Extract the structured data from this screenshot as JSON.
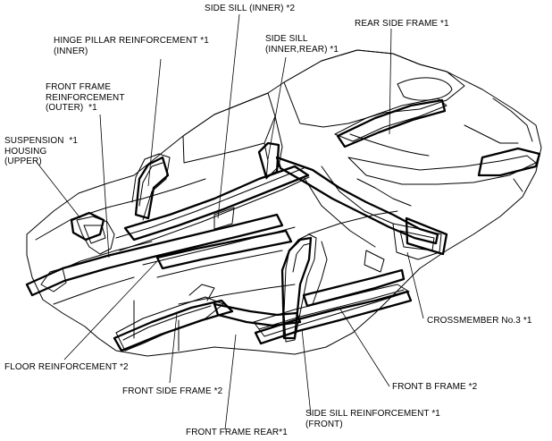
{
  "diagram": {
    "labels": {
      "side_sill_inner": "SIDE SILL (INNER) *2",
      "rear_side_frame": "REAR SIDE FRAME *1",
      "hinge_pillar_reinforcement": "HINGE PILLAR REINFORCEMENT *1\n(INNER)",
      "side_sill_inner_rear": "SIDE SILL\n(INNER,REAR) *1",
      "front_frame_reinforcement": "FRONT FRAME\nREINFORCEMENT\n(OUTER)  *1",
      "suspension_housing": "SUSPENSION  *1\nHOUSING\n(UPPER)",
      "crossmember_no3": "CROSSMEMBER No.3 *1",
      "floor_reinforcement": "FLOOR REINFORCEMENT *2",
      "front_b_frame": "FRONT B FRAME *2",
      "front_side_frame": "FRONT SIDE FRAME *2",
      "side_sill_reinforcement_front": "SIDE SILL REINFORCEMENT *1\n(FRONT)",
      "front_frame_rear": "FRONT FRAME REAR*1"
    }
  }
}
